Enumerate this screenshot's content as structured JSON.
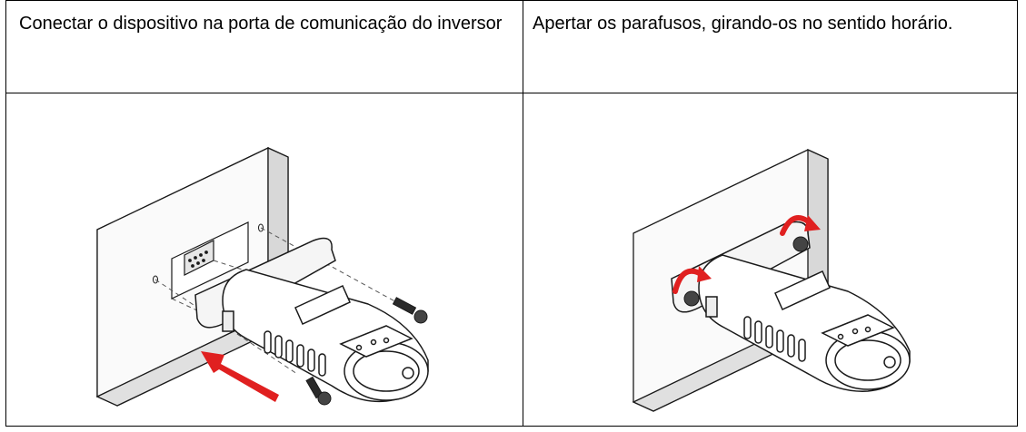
{
  "steps": [
    {
      "instruction": "Conectar o dispositivo na porta de comunicação do inversor",
      "illustration": "connect-device-illustration"
    },
    {
      "instruction": "Apertar os parafusos, girando-os no sentido horário.",
      "illustration": "tighten-screws-illustration"
    }
  ],
  "colors": {
    "arrow": "#e02020",
    "line": "#1a1a1a",
    "panel": "#f2f2f2",
    "device": "#ffffff"
  }
}
